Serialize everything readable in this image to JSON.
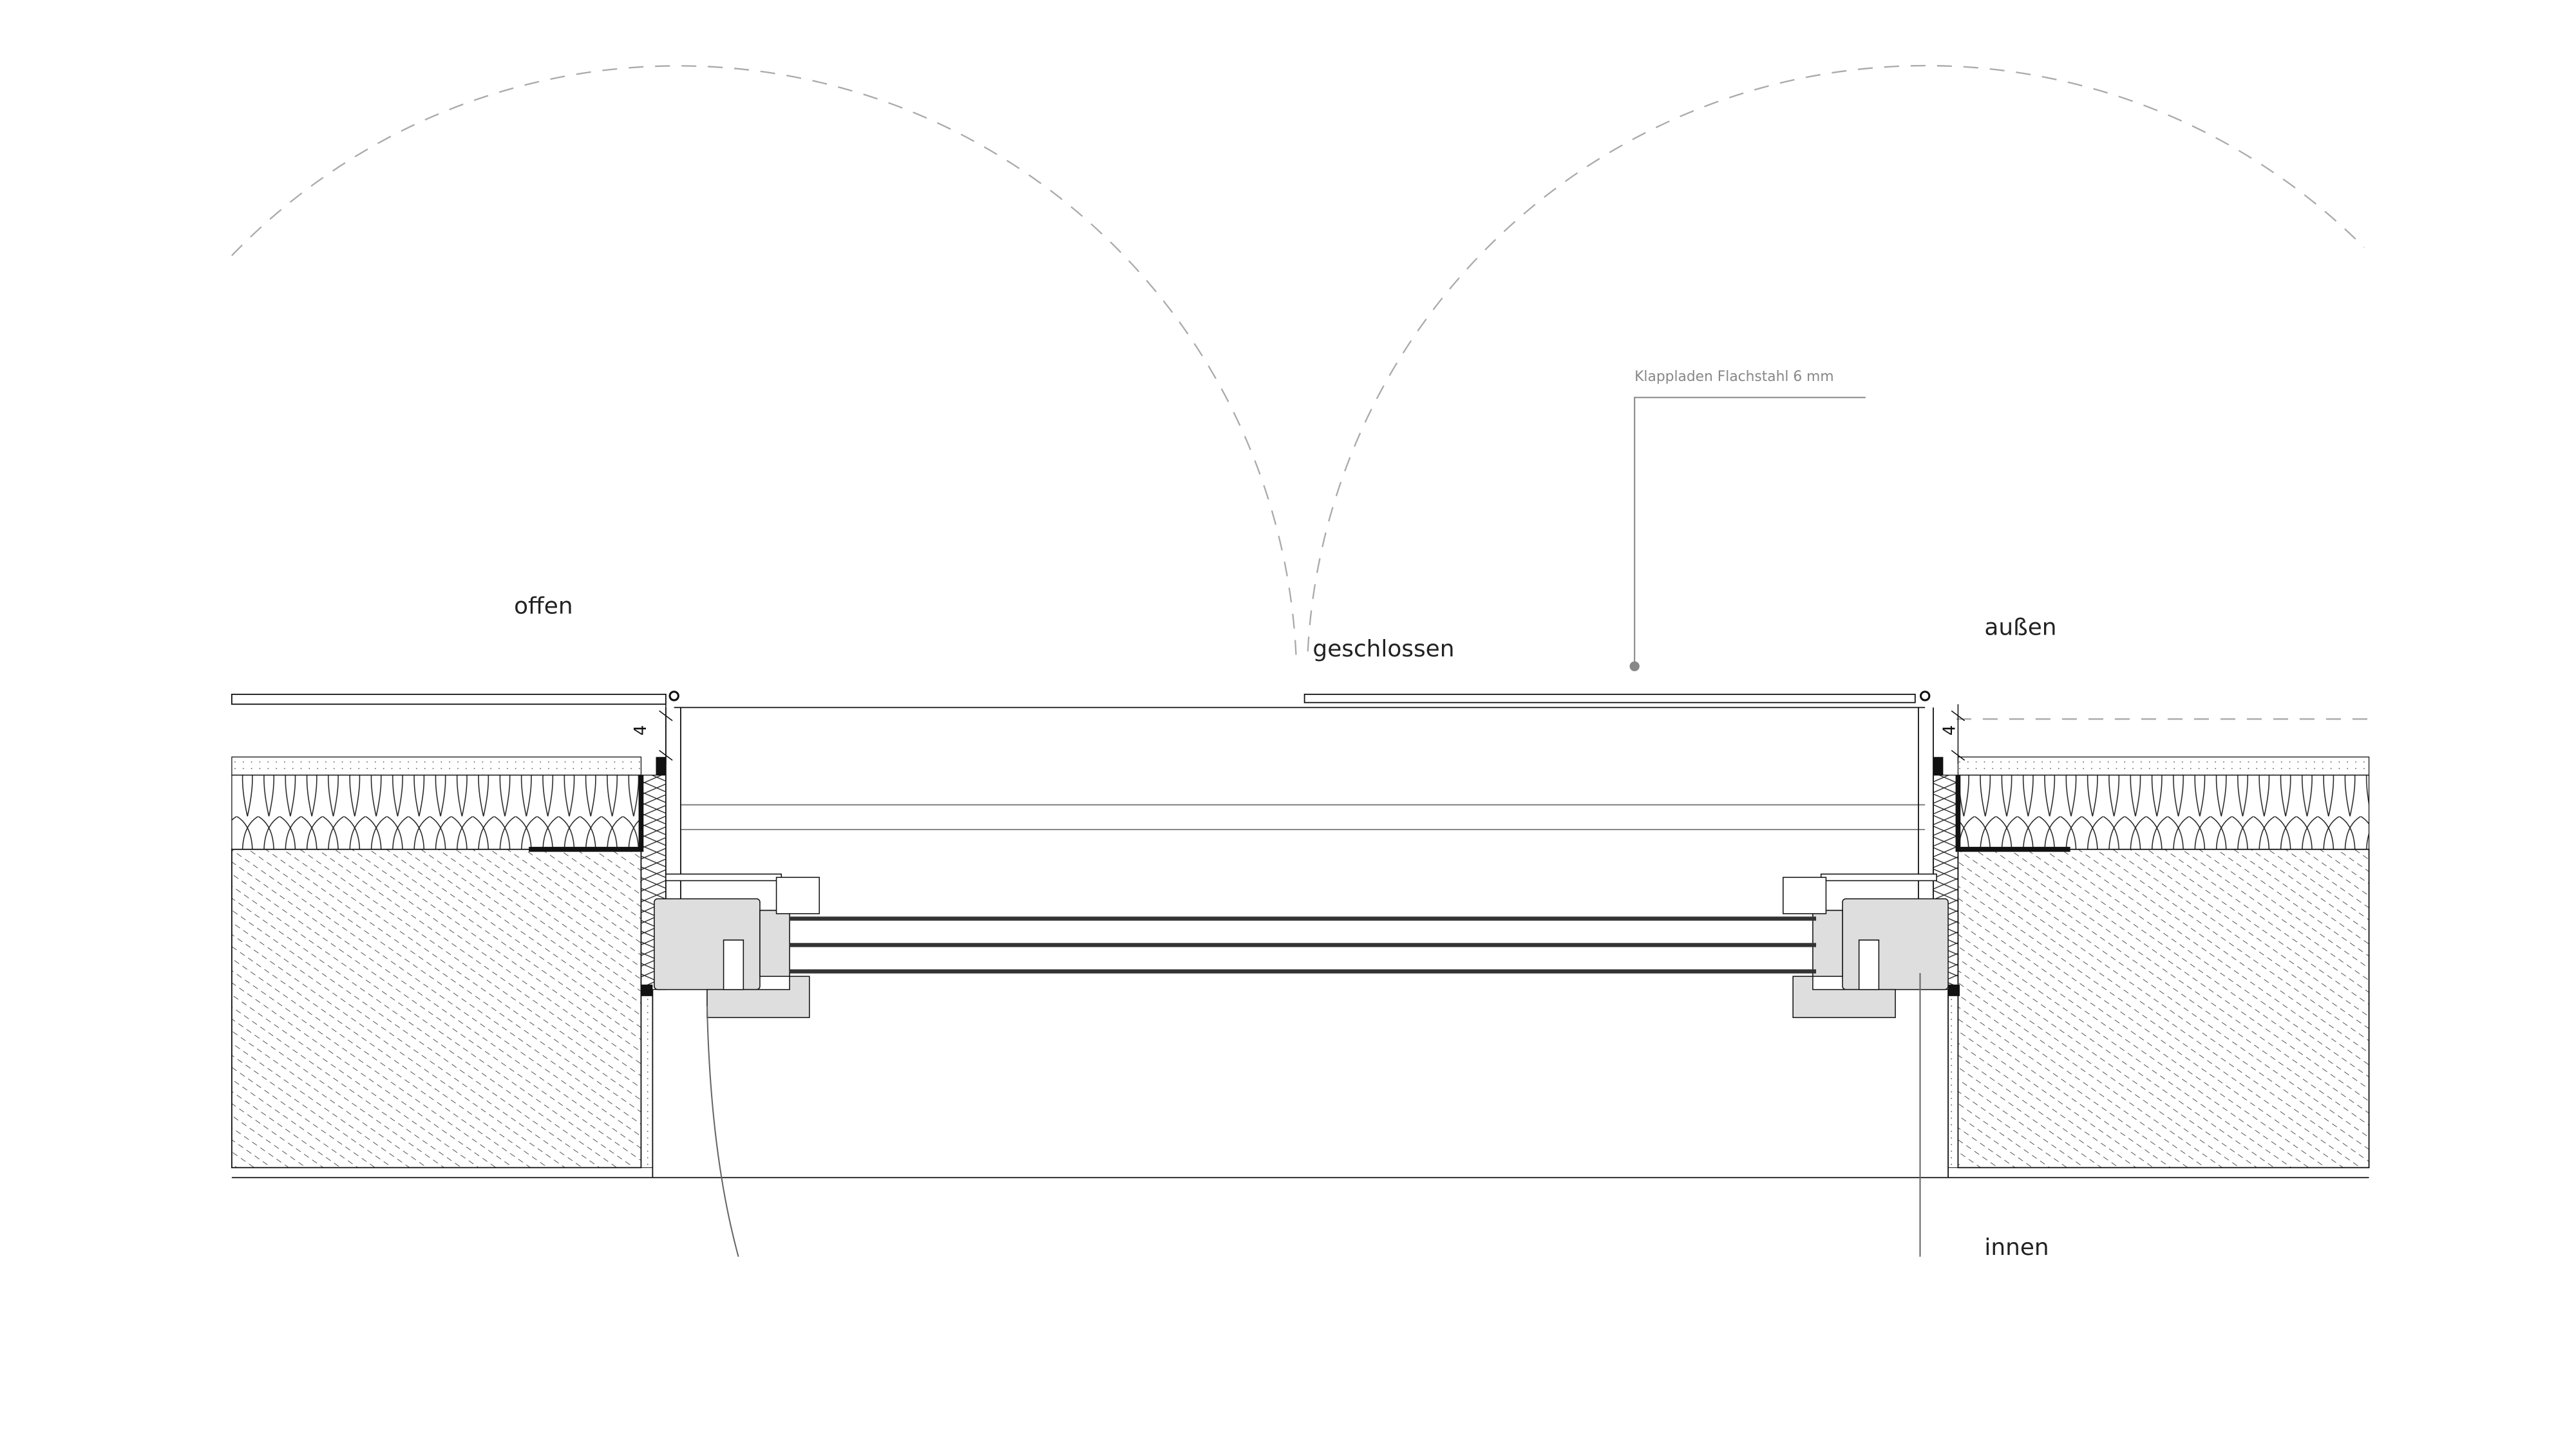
{
  "labels": {
    "open": "offen",
    "closed": "geschlossen",
    "outside": "außen",
    "inside": "innen",
    "shutter_note": "Klappladen Flachstahl 6 mm",
    "dimension_left": "4",
    "dimension_right": "4"
  },
  "colors": {
    "line": "#111111",
    "leader": "#888888",
    "frame_fill": "#dedede",
    "dash": "#aaaaaa"
  }
}
